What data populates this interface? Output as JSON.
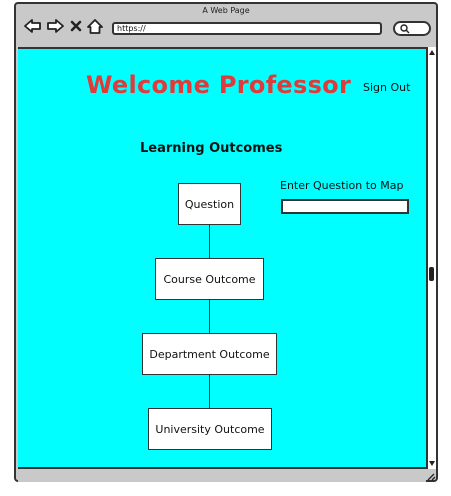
{
  "window": {
    "title": "A Web Page",
    "url": "https://",
    "icons": [
      "back-icon",
      "forward-icon",
      "close-icon",
      "home-icon",
      "search-icon"
    ]
  },
  "header": {
    "title": "Welcome Professor",
    "sign_out": "Sign Out",
    "title_color": "#e03a3a"
  },
  "page": {
    "background_color": "#00ffff",
    "section_title": "Learning Outcomes"
  },
  "mapping": {
    "label": "Enter Question to Map",
    "value": "",
    "placeholder": ""
  },
  "hierarchy": [
    {
      "label": "Question"
    },
    {
      "label": "Course Outcome"
    },
    {
      "label": "Department Outcome"
    },
    {
      "label": "University Outcome"
    }
  ]
}
